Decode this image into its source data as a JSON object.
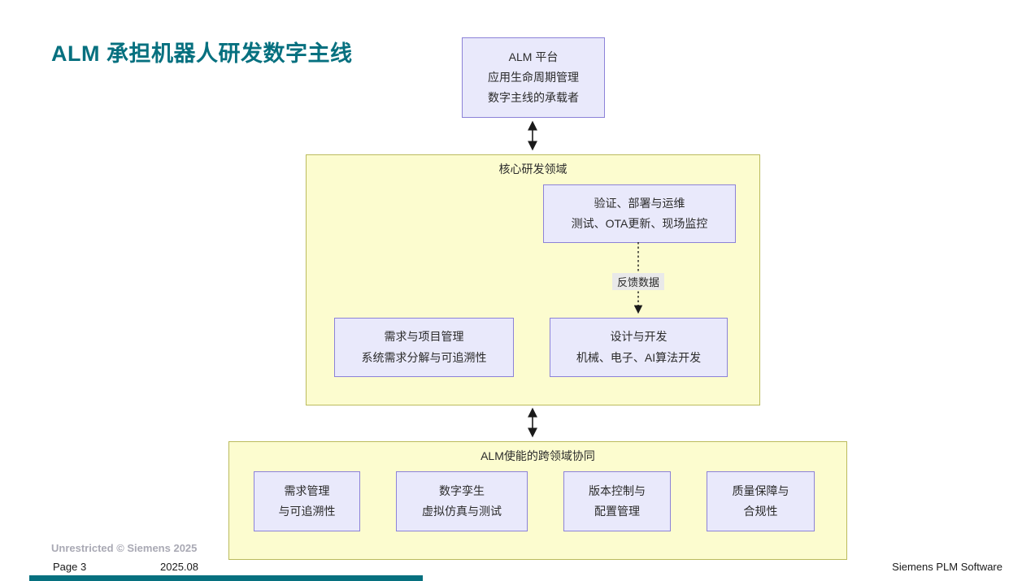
{
  "slide": {
    "title": "ALM 承担机器人研发数字主线",
    "footer": {
      "unrestricted": "Unrestricted © Siemens 2025",
      "page": "Page 3",
      "date": "2025.08",
      "brand": "Siemens PLM Software"
    }
  },
  "diagram": {
    "alm_platform": {
      "lines": [
        "ALM 平台",
        "应用生命周期管理",
        "数字主线的承载者"
      ]
    },
    "core_domain": {
      "title": "核心研发领域",
      "verify_box": {
        "lines": [
          "验证、部署与运维",
          "测试、OTA更新、现场监控"
        ]
      },
      "feedback_label": "反馈数据",
      "requirements_box": {
        "lines": [
          "需求与项目管理",
          "系统需求分解与可追溯性"
        ]
      },
      "design_box": {
        "lines": [
          "设计与开发",
          "机械、电子、AI算法开发"
        ]
      }
    },
    "collab_domain": {
      "title": "ALM使能的跨领域协同",
      "boxes": [
        {
          "lines": [
            "需求管理",
            "与可追溯性"
          ]
        },
        {
          "lines": [
            "数字孪生",
            "虚拟仿真与测试"
          ]
        },
        {
          "lines": [
            "版本控制与",
            "配置管理"
          ]
        },
        {
          "lines": [
            "质量保障与",
            "合规性"
          ]
        }
      ]
    },
    "icons": [
      "double-arrow-vertical-icon",
      "double-arrow-vertical-icon",
      "dotted-arrow-down-icon"
    ]
  },
  "colors": {
    "title_teal": "#06707F",
    "node_fill": "#E9E9FB",
    "node_border": "#8C82D8",
    "group_fill": "#FCFCCF",
    "group_border": "#BBBB5D",
    "feedback_label_bg": "#E9E9E9",
    "footer_gray": "#A9A9B4",
    "accent_bar": "#06707F"
  }
}
